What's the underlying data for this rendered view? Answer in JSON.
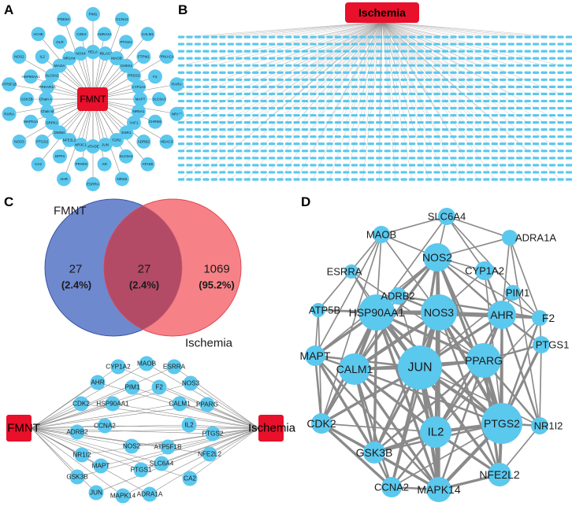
{
  "panel_labels": [
    "A",
    "B",
    "C",
    "D"
  ],
  "colors": {
    "node": "#5bc8ee",
    "hub": "#e8102a",
    "edge": "#8a8a8a",
    "venn_left": "#4f6fc4",
    "venn_right": "#f4676d",
    "venn_overlap": "#b34b67"
  },
  "panel_a": {
    "hub": "FMNT",
    "targets": [
      "PIM1",
      "CCNA2",
      "CALM1",
      "PRKACA",
      "RARA",
      "NR1I2",
      "HDAC3",
      "ATAD5",
      "NR3I2",
      "ESRRA",
      "AHR",
      "CA2",
      "NOS3",
      "RXRA",
      "ATP5F1B",
      "NOS2",
      "ACHE",
      "PDE5A",
      "ADRA1A",
      "PTGS1",
      "FTPM1",
      "F2",
      "SLC6A3",
      "CHRM1",
      "ADRB2",
      "SLC6A4",
      "AR",
      "PPARG",
      "DPP4",
      "PTGS2",
      "MAPK14",
      "GSK3B",
      "HSP90AA1",
      "IL2",
      "GLR",
      "CDK2",
      "MBLAC2",
      "MAOB",
      "CHEK1",
      "PRSS3",
      "CYP1A2",
      "MAPT",
      "NR5A1",
      "YAF1",
      "ESR1",
      "F2R2",
      "JUN",
      "MTADE",
      "NR3C1",
      "NFE2L2",
      "DMNG",
      "SRPK1",
      "Chain B",
      "Chain A",
      "PRKAR1A",
      "SLC6A2",
      "MAOA",
      "NR1H4",
      "NOX4",
      "RELA"
    ]
  },
  "panel_b": {
    "hub": "Ischemia"
  },
  "panel_c": {
    "left_label": "FMNT",
    "right_label": "Ischemia",
    "left_only": "27",
    "left_only_pct": "(2.4%)",
    "overlap": "27",
    "overlap_pct": "(2.4%)",
    "right_only": "1069",
    "right_only_pct": "(95.2%)",
    "network_left": "FMNT",
    "network_right": "Ischemia",
    "common_targets": [
      "MAOB",
      "CYP1A2",
      "ESRRA",
      "AHR",
      "PIM1",
      "F2",
      "NOS3",
      "CDK2",
      "HSP90AA1",
      "CALM1",
      "PPARG",
      "CCNA2",
      "ADRB2",
      "IL2",
      "PTGS2",
      "NOS2",
      "ATP5F1B",
      "NR1I2",
      "SLC6A4",
      "NFE2L2",
      "MAPT",
      "PTGS1",
      "GSK3B",
      "CA2",
      "JUN",
      "MAPK14",
      "ADRA1A"
    ]
  },
  "panel_d": {
    "nodes": [
      "SLC6A4",
      "MAOB",
      "ADRA1A",
      "NOS2",
      "CYP1A2",
      "ESRRA",
      "PIM1",
      "ADRB2",
      "ATP5B",
      "F2",
      "HSP90AA1",
      "NOS3",
      "AHR",
      "MAPT",
      "PTGS1",
      "PPARG",
      "CALM1",
      "JUN",
      "CDK2",
      "NR1I2",
      "PTGS2",
      "IL2",
      "GSK3B",
      "NFE2L2",
      "CCNA2",
      "MAPK14"
    ]
  }
}
